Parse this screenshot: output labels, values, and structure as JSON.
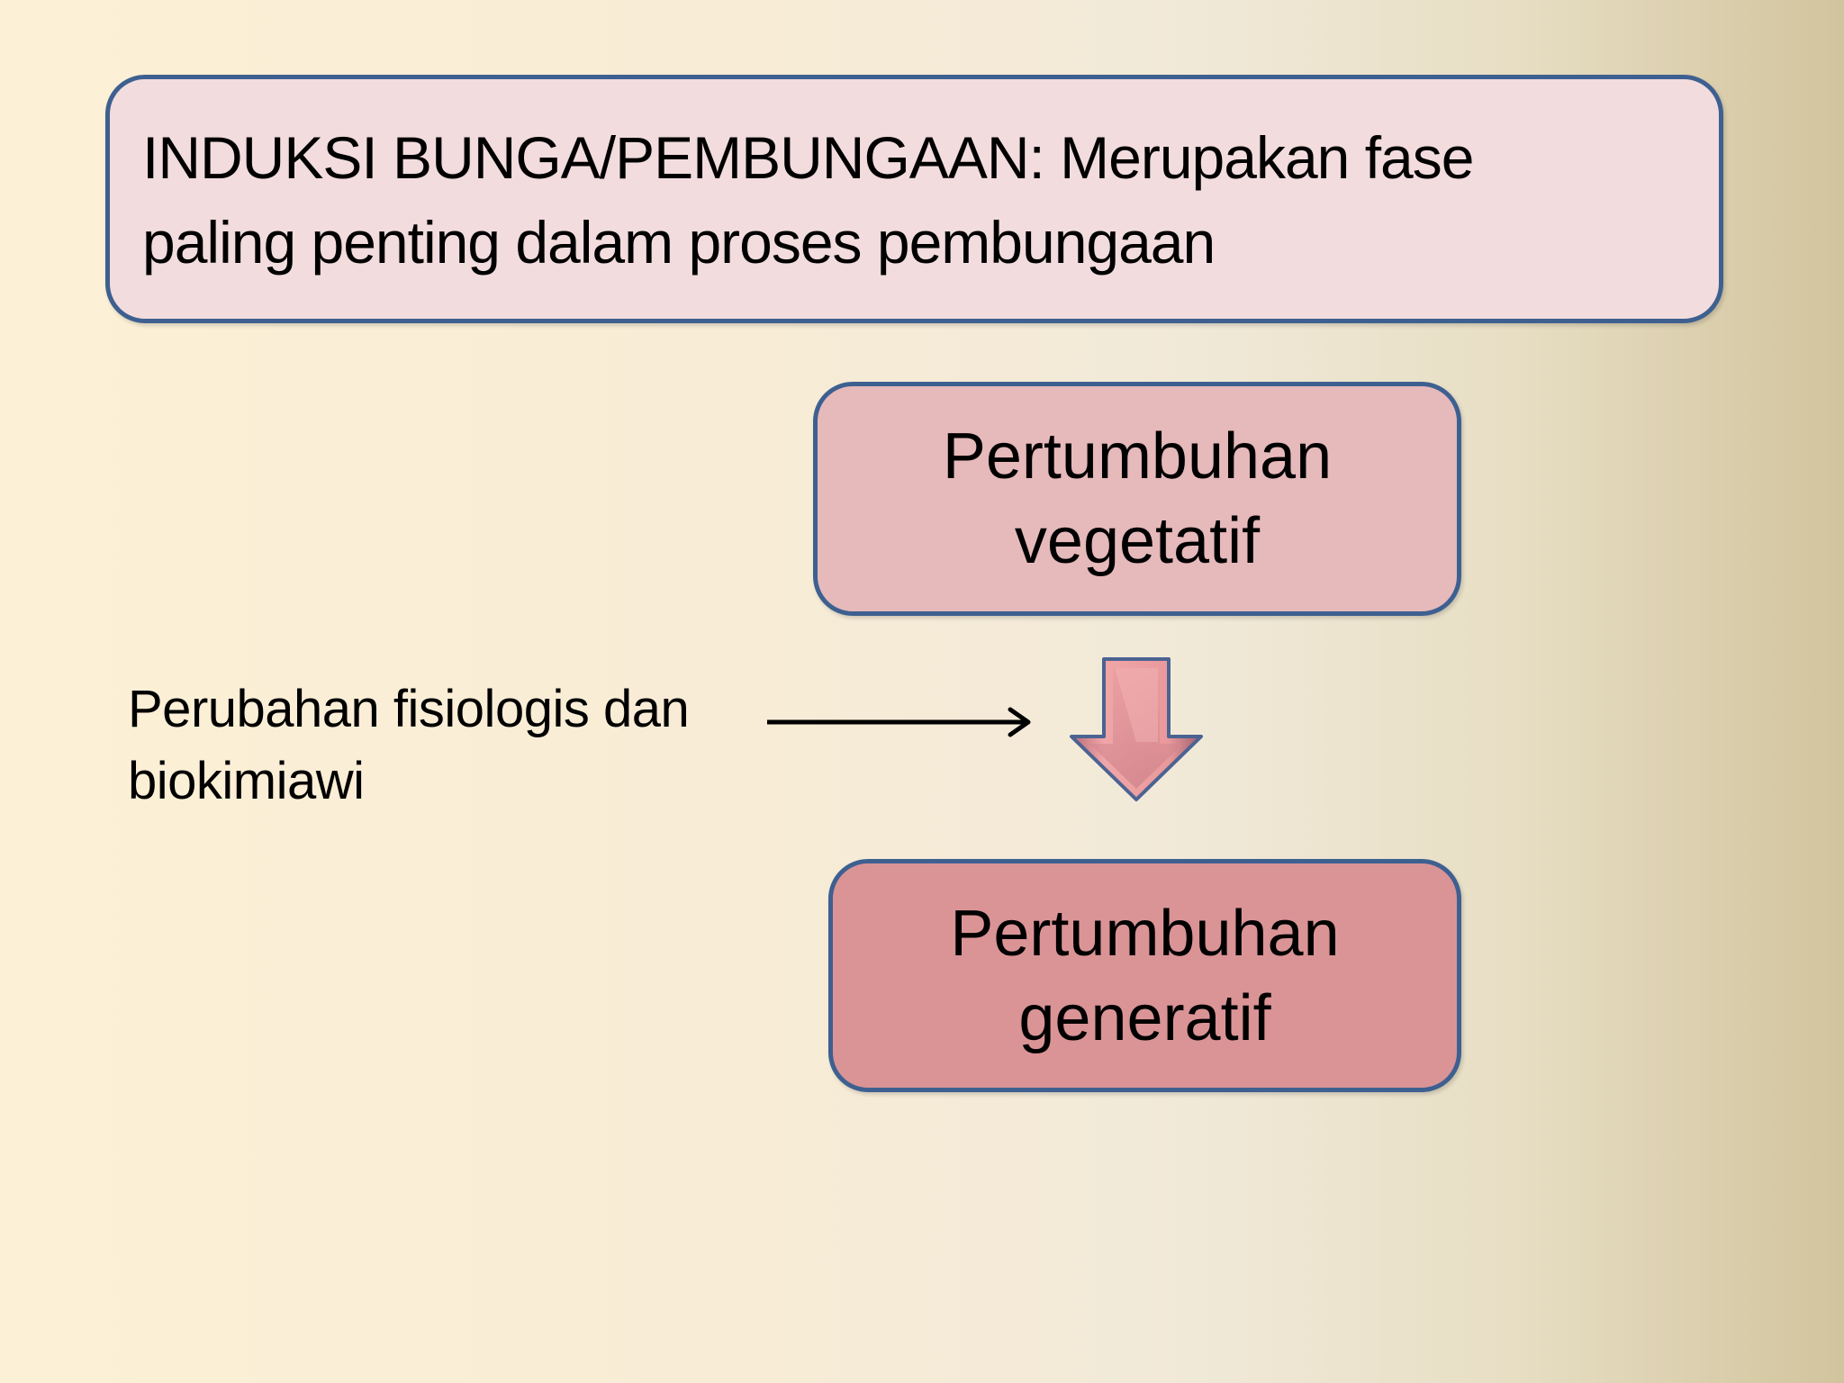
{
  "title_box": {
    "line1": "INDUKSI BUNGA/PEMBUNGAAN:  Merupakan fase",
    "line2": "paling penting dalam proses pembungaan"
  },
  "nodes": [
    {
      "line1": "Pertumbuhan",
      "line2": "vegetatif",
      "fill": "#E6B9BB"
    },
    {
      "line1": "Pertumbuhan",
      "line2": "generatif",
      "fill": "#DA9496"
    }
  ],
  "side_label": {
    "line1": "Perubahan fisiologis dan",
    "line2": "biokimiawi"
  },
  "icons": {
    "pointer_arrow": "right-arrow-icon",
    "flow_arrow": "down-arrow-icon"
  },
  "colors": {
    "border": "#3E6090",
    "title_fill": "#F2DCDD",
    "arrow_fill": "#E8989A",
    "background_left": "#FCF0D6",
    "background_right": "#D2C49E"
  }
}
